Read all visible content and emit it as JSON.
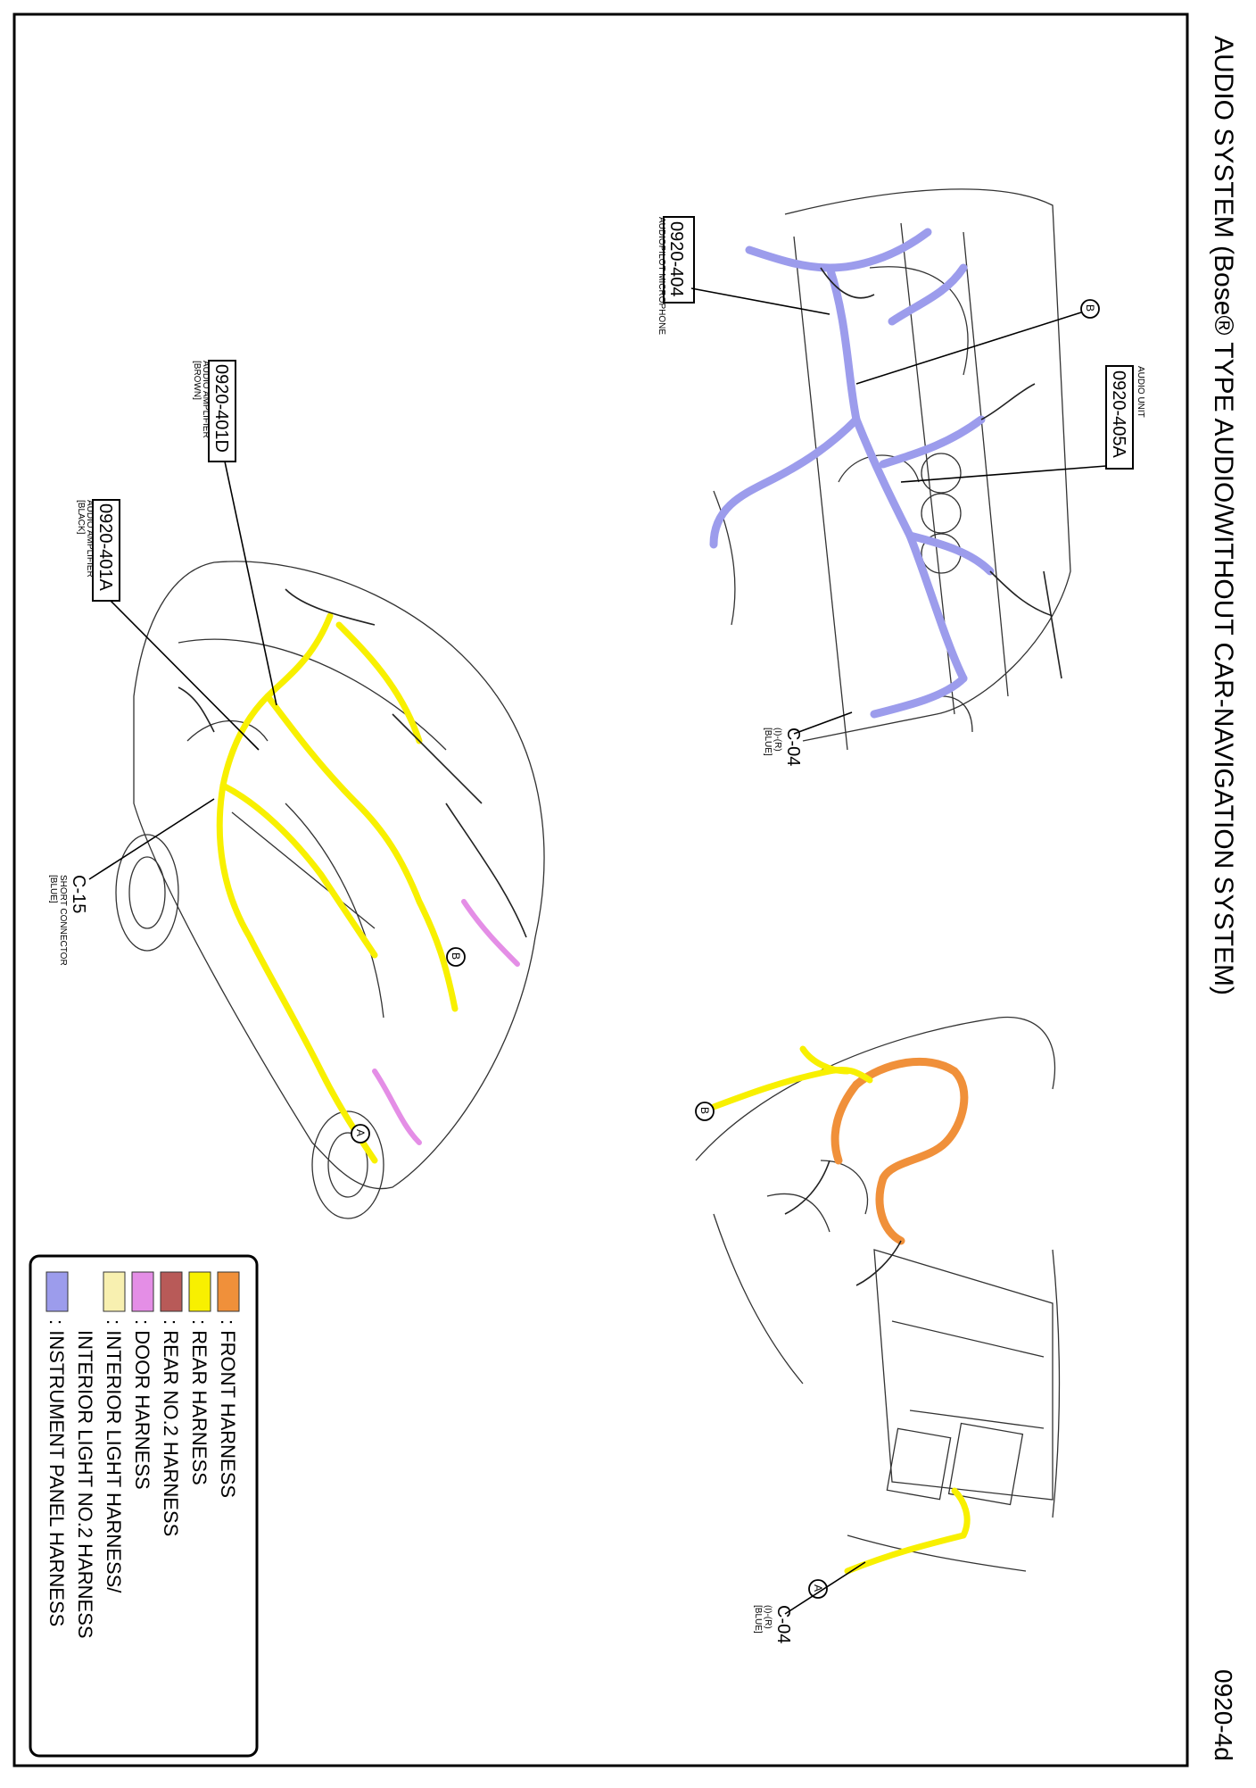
{
  "header": {
    "title": "AUDIO SYSTEM (Bose® TYPE AUDIO/WITHOUT CAR-NAVIGATION SYSTEM)",
    "page_number": "0920-4d"
  },
  "connectors": {
    "c0920_404": {
      "code": "0920-404",
      "desc": "AUDIOPILOT MICROPHONE"
    },
    "c0920_405A": {
      "code": "0920-405A",
      "desc": "AUDIO UNIT"
    },
    "c0920_401D": {
      "code": "0920-401D",
      "desc": "AUDIO AMPLIFIER",
      "color": "[BROWN]"
    },
    "c0920_401A": {
      "code": "0920-401A",
      "desc": "AUDIO AMPLIFIER",
      "color": "[BLACK]"
    },
    "c15": {
      "code": "C-15",
      "desc": "SHORT CONNECTOR",
      "color": "[BLUE]"
    },
    "c04_top": {
      "code": "C-04",
      "sub": "(I)-(R)",
      "color": "[BLUE]"
    },
    "c04_bottom": {
      "code": "C-04",
      "sub": "(I)-(R)",
      "color": "[BLUE]"
    }
  },
  "markers": {
    "a": "A",
    "b": "B"
  },
  "legend": {
    "items": [
      {
        "label": ": FRONT HARNESS",
        "color": "#f0903a"
      },
      {
        "label": ": REAR HARNESS",
        "color": "#f8f000"
      },
      {
        "label": ": REAR NO.2 HARNESS",
        "color": "#b85a58"
      },
      {
        "label": ": DOOR HARNESS",
        "color": "#e48ee6"
      },
      {
        "label": ": INTERIOR LIGHT HARNESS/",
        "label2": "INTERIOR LIGHT NO.2 HARNESS",
        "color": "#f8f0b0"
      },
      {
        "label": ": INSTRUMENT PANEL HARNESS",
        "color": "#9c9cec"
      }
    ]
  }
}
